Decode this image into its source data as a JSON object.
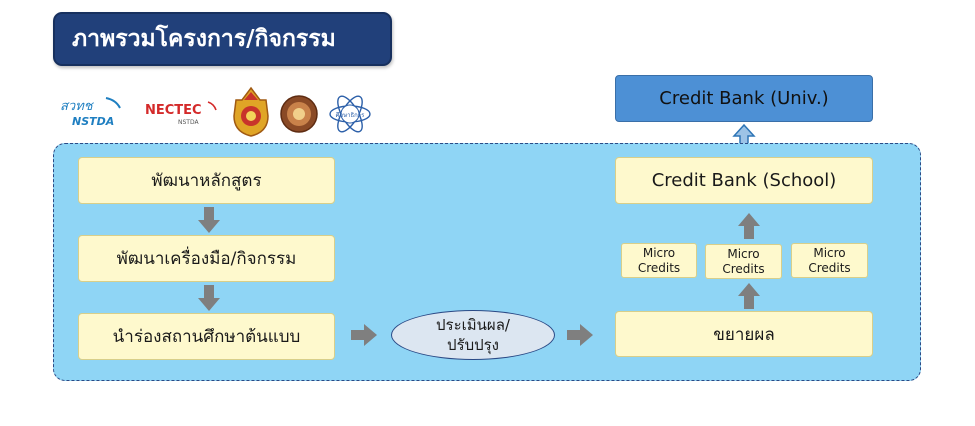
{
  "title": "ภาพรวมโครงการ/กิจกรรม",
  "logos": {
    "nstda_thai": "สวทช",
    "nstda_en": "NSTDA",
    "nectec": "NECTEC",
    "nectec_sub": "NSTDA",
    "seal_text": "ศึกษาธิการ"
  },
  "left_steps": [
    "พัฒนาหลักสูตร",
    "พัฒนาเครื่องมือ/กิจกรรม",
    "นำร่องสถานศึกษาต้นแบบ"
  ],
  "evaluate": {
    "line1": "ประเมินผล/",
    "line2": "ปรับปรุง"
  },
  "expand": "ขยายผล",
  "micro_credits": [
    {
      "line1": "Micro",
      "line2": "Credits"
    },
    {
      "line1": "Micro",
      "line2": "Credits"
    },
    {
      "line1": "Micro",
      "line2": "Credits"
    }
  ],
  "credit_bank_school": "Credit Bank (School)",
  "credit_bank_univ": "Credit Bank (Univ.)",
  "colors": {
    "title_bg": "#21407a",
    "panel_bg": "#8fd5f5",
    "step_bg": "#fef9cd",
    "arrow_gray": "#7f7f7f",
    "univ_bg": "#4d90d5",
    "up_arrow": "#9dc3e6"
  }
}
